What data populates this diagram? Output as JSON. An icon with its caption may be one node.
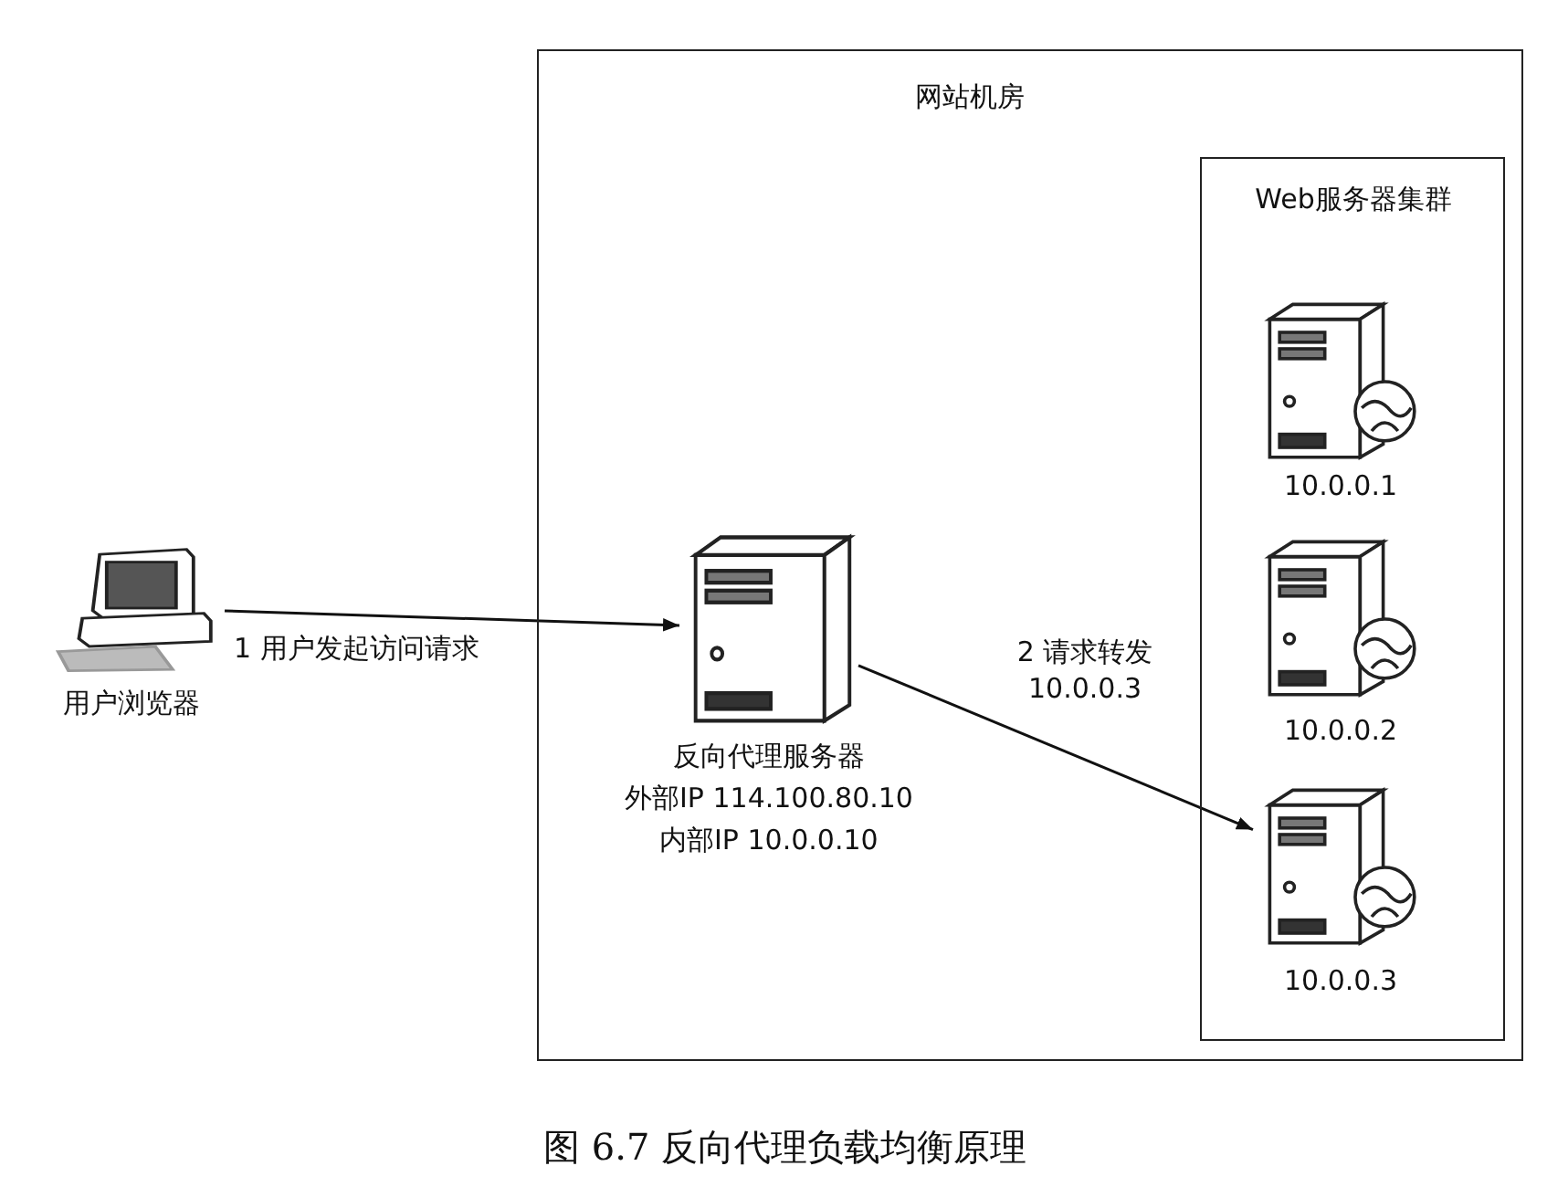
{
  "diagram": {
    "caption": "图 6.7 反向代理负载均衡原理",
    "nodes": [
      {
        "text": [
          "网站机房"
        ]
      },
      {
        "text": [
          "Web服务器集群"
        ],
        "in": 0
      },
      {
        "text": [
          "用户浏览器"
        ]
      },
      {
        "text": [
          "反向代理服务器",
          "外部IP 114.100.80.10",
          "内部IP 10.0.0.10"
        ],
        "in": 0
      },
      {
        "text": [
          "10.0.0.1"
        ],
        "in": 1
      },
      {
        "text": [
          "10.0.0.2"
        ],
        "in": 1
      },
      {
        "text": [
          "10.0.0.3"
        ],
        "in": 1
      }
    ],
    "edges": [
      {
        "from": 2,
        "to": 3,
        "arrow": "to",
        "label": "1 用户发起访问请求"
      },
      {
        "from": 3,
        "to": 6,
        "arrow": "to",
        "label": "2 请求转发 10.0.0.3"
      }
    ]
  }
}
